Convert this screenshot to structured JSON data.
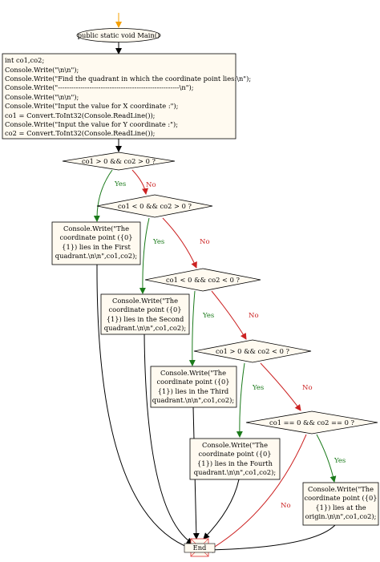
{
  "start": {
    "label": "public static void Main()"
  },
  "init_block": {
    "lines": [
      "int co1,co2;",
      "Console.Write(\"\\n\\n\");",
      "Console.Write(\"Find the quadrant in which the coordinate point lies:\\n\");",
      "Console.Write(\"------------------------------------------------------\\n\");",
      "Console.Write(\"\\n\\n\");",
      "Console.Write(\"Input the value for X coordinate :\");",
      "co1 = Convert.ToInt32(Console.ReadLine());",
      "Console.Write(\"Input the value for Y coordinate :\");",
      "co2 = Convert.ToInt32(Console.ReadLine());"
    ]
  },
  "decisions": [
    {
      "label": "co1 > 0 && co2 > 0 ?"
    },
    {
      "label": "co1 < 0 && co2 > 0 ?"
    },
    {
      "label": "co1 < 0 && co2 < 0 ?"
    },
    {
      "label": "co1 > 0 && co2 < 0 ?"
    },
    {
      "label": "co1 == 0 && co2 == 0 ?"
    }
  ],
  "outputs": [
    {
      "lines": [
        "Console.Write(\"The",
        "coordinate point ({0}",
        "{1}) lies in the First",
        "quadrant.\\n\\n\",co1,co2);"
      ]
    },
    {
      "lines": [
        "Console.Write(\"The",
        "coordinate point ({0}",
        "{1}) lies in the Second",
        "quadrant.\\n\\n\",co1,co2);"
      ]
    },
    {
      "lines": [
        "Console.Write(\"The",
        "coordinate point ({0}",
        "{1}) lies in the Third",
        "quadrant.\\n\\n\",co1,co2);"
      ]
    },
    {
      "lines": [
        "Console.Write(\"The",
        "coordinate point ({0}",
        "{1}) lies in the Fourth",
        "quadrant.\\n\\n\",co1,co2);"
      ]
    },
    {
      "lines": [
        "Console.Write(\"The",
        "coordinate point ({0}",
        "{1}) lies at the",
        "origin.\\n\\n\",co1,co2);"
      ]
    }
  ],
  "branch_labels": {
    "yes": "Yes",
    "no": "No"
  },
  "end": {
    "label": "End"
  },
  "colors": {
    "node_fill": "#fffaf0",
    "stroke": "#000000",
    "yes": "#1a7a1a",
    "no": "#cc2222",
    "start_arrow": "#f5a000",
    "end_marker": "#e03030"
  }
}
